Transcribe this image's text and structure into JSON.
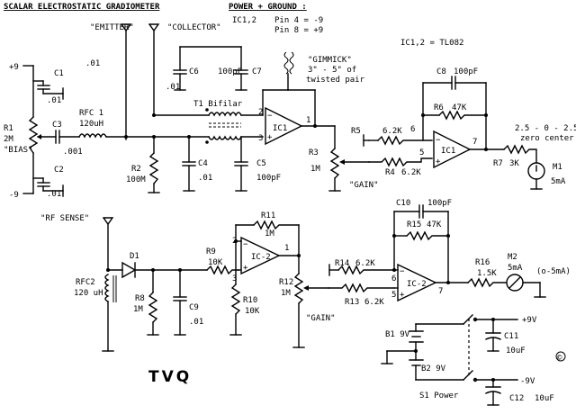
{
  "title": "SCALAR ELECTROSTATIC GRADIOMETER",
  "power_title": "POWER + GROUND :",
  "power_ic": "IC1,2",
  "power_pin4": "Pin 4 = -9",
  "power_pin8": "Pin 8 = +9",
  "ic_type": "IC1,2 = TL082",
  "author": "TVQ",
  "copyright": "©",
  "emitter_label": "\"EMITTER\"",
  "collector_label": "\"COLLECTOR\"",
  "rf_sense_label": "\"RF SENSE\"",
  "gimmick_label": "\"GIMMICK\"",
  "gimmick_len": "3\" - 5\" of",
  "gimmick_desc": "twisted pair",
  "bias_label": "\"BIAS\"",
  "gain1_label": "\"GAIN\"",
  "gain2_label": "\"GAIN\"",
  "zero_center": "2.5 - 0 - 2.5",
  "zero_center2": "zero center",
  "meter2_scale": "(o-5mA)",
  "supply_plus9": "+9",
  "supply_minus9": "-9",
  "val_01_top": ".01",
  "components": {
    "R1": "R1",
    "R1v": "2M",
    "C1": "C1",
    "C1v": ".01",
    "C2": "C2",
    "C2v": ".01",
    "C3": "C3",
    "C3v": ".001",
    "RFC1": "RFC 1",
    "RFC1v": "120uH",
    "R2": "R2",
    "R2v": "100M",
    "C6": "C6",
    "C6v": ".01",
    "C7": "C7",
    "C7v": "100pF",
    "T1": "T1 Bifilar",
    "C4": "C4",
    "C4v": ".01",
    "C5": "C5",
    "C5v": "100pF",
    "IC1a": "IC1",
    "IC1b": "IC1",
    "R3": "R3",
    "R3v": "1M",
    "C8": "C8",
    "C8v": "100pF",
    "R6": "R6",
    "R6v": "47K",
    "R5": "R5",
    "R5v": "6.2K",
    "R4": "R4",
    "R4v": "6.2K",
    "R7": "R7",
    "R7v": "3K",
    "M1": "M1",
    "M1v": "5mA",
    "D1": "D1",
    "RFC2": "RFC2",
    "RFC2v": "120 uH",
    "R8": "R8",
    "R8v": "1M",
    "C9": "C9",
    "C9v": ".01",
    "R9": "R9",
    "R9v": "10K",
    "R10": "R10",
    "R10v": "10K",
    "R11": "R11",
    "R11v": "1M",
    "IC2a": "IC-2",
    "IC2b": "IC-2",
    "R12": "R12",
    "R12v": "1M",
    "C10": "C10",
    "C10v": "100pF",
    "R15": "R15",
    "R15v": "47K",
    "R14": "R14",
    "R14v": "6.2K",
    "R13": "R13",
    "R13v": "6.2K",
    "R16": "R16",
    "R16v": "1.5K",
    "M2": "M2",
    "M2v": "5mA",
    "B1": "B1 9V",
    "B2": "B2 9V",
    "C11": "C11",
    "C11v": "10uF",
    "C12": "C12",
    "C12v": "10uF",
    "S1": "S1 Power",
    "plus9V": "+9V",
    "minus9V": "-9V"
  },
  "pins": {
    "p1": "1",
    "p2": "2",
    "p3": "3",
    "p5": "5",
    "p6": "6",
    "p7": "7"
  }
}
